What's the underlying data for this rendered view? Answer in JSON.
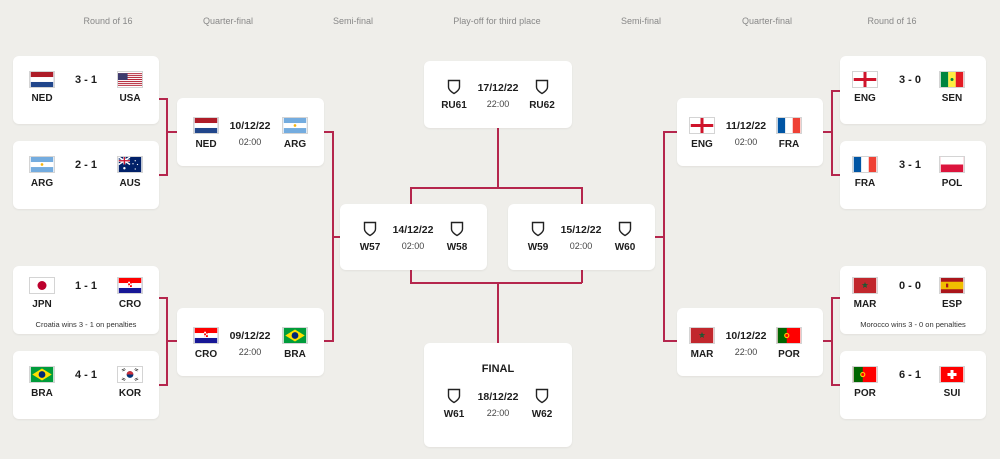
{
  "headers": [
    "Round of 16",
    "Quarter-final",
    "Semi-final",
    "Play-off for third place",
    "Semi-final",
    "Quarter-final",
    "Round of 16"
  ],
  "colors": {
    "background": "#efeeea",
    "connector": "#b5264d",
    "card": "#ffffff"
  },
  "r16_left": [
    {
      "home": "NED",
      "away": "USA",
      "score": "3 - 1",
      "home_flag": "netherlands-flag",
      "away_flag": "usa-flag"
    },
    {
      "home": "ARG",
      "away": "AUS",
      "score": "2 - 1",
      "home_flag": "argentina-flag",
      "away_flag": "australia-flag"
    },
    {
      "home": "JPN",
      "away": "CRO",
      "score": "1 - 1",
      "note": "Croatia wins 3 - 1 on penalties",
      "home_flag": "japan-flag",
      "away_flag": "croatia-flag"
    },
    {
      "home": "BRA",
      "away": "KOR",
      "score": "4 - 1",
      "home_flag": "brazil-flag",
      "away_flag": "korea-flag"
    }
  ],
  "r16_right": [
    {
      "home": "ENG",
      "away": "SEN",
      "score": "3 - 0",
      "home_flag": "england-flag",
      "away_flag": "senegal-flag"
    },
    {
      "home": "FRA",
      "away": "POL",
      "score": "3 - 1",
      "home_flag": "france-flag",
      "away_flag": "poland-flag"
    },
    {
      "home": "MAR",
      "away": "ESP",
      "score": "0 - 0",
      "note": "Morocco wins 3 - 0 on penalties",
      "home_flag": "morocco-flag",
      "away_flag": "spain-flag"
    },
    {
      "home": "POR",
      "away": "SUI",
      "score": "6 - 1",
      "home_flag": "portugal-flag",
      "away_flag": "switzerland-flag"
    }
  ],
  "qf_left": [
    {
      "home": "NED",
      "away": "ARG",
      "date": "10/12/22",
      "time": "02:00"
    },
    {
      "home": "CRO",
      "away": "BRA",
      "date": "09/12/22",
      "time": "22:00"
    }
  ],
  "qf_right": [
    {
      "home": "ENG",
      "away": "FRA",
      "date": "11/12/22",
      "time": "02:00"
    },
    {
      "home": "MAR",
      "away": "POR",
      "date": "10/12/22",
      "time": "22:00"
    }
  ],
  "sf": [
    {
      "home": "W57",
      "away": "W58",
      "date": "14/12/22",
      "time": "02:00"
    },
    {
      "home": "W59",
      "away": "W60",
      "date": "15/12/22",
      "time": "02:00"
    }
  ],
  "third_place": {
    "home": "RU61",
    "away": "RU62",
    "date": "17/12/22",
    "time": "22:00"
  },
  "final": {
    "title": "FINAL",
    "home": "W61",
    "away": "W62",
    "date": "18/12/22",
    "time": "22:00"
  }
}
